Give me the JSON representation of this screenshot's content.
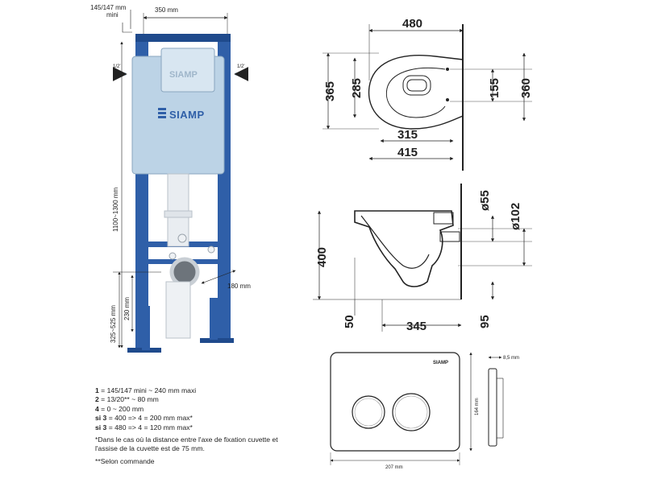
{
  "frame": {
    "dim_mini": "145/147 mm",
    "dim_mini_word": "mini",
    "dim_width": "350 mm",
    "inlet_left": "1/2'",
    "inlet_right": "1/2'",
    "brand": "SIAMP",
    "dim_height": "1100~1300 mm",
    "dim_lower": "325~525 mm",
    "dim_230": "230 mm",
    "dim_180": "180 mm"
  },
  "top_view": {
    "width_480": "480",
    "d365": "365",
    "d285": "285",
    "d155": "155",
    "d360": "360",
    "d315": "315",
    "d415": "415"
  },
  "side_view": {
    "d400": "400",
    "d55": "ø55",
    "d102": "ø102",
    "d50": "50",
    "d345": "345",
    "d95": "95"
  },
  "plate": {
    "brand": "SIAMP",
    "depth": "8,5 mm",
    "height": "164 mm",
    "width": "207 mm"
  },
  "legend": {
    "l1_num": "1",
    "l1_text": " = 145/147 mini ~ 240 mm maxi",
    "l2_num": "2",
    "l2_text": " = 13/20** ~ 80 mm",
    "l3_num": "4",
    "l3_text": " = 0 ~ 200 mm",
    "l4_prefix": "si 3",
    "l4_text": " = 400 => 4 = 200 mm max*",
    "l5_prefix": "si 3",
    "l5_text": " = 480 => 4 = 120 mm max*",
    "note": "*Dans le cas où la distance entre l'axe de fixation cuvette et l'assise de la cuvette est de 75 mm.",
    "footnote": "**Selon commande"
  },
  "colors": {
    "frame_blue": "#2f5fa8",
    "frame_dark": "#1f4a8c",
    "tank": "#bcd3e6",
    "line": "#222222"
  }
}
